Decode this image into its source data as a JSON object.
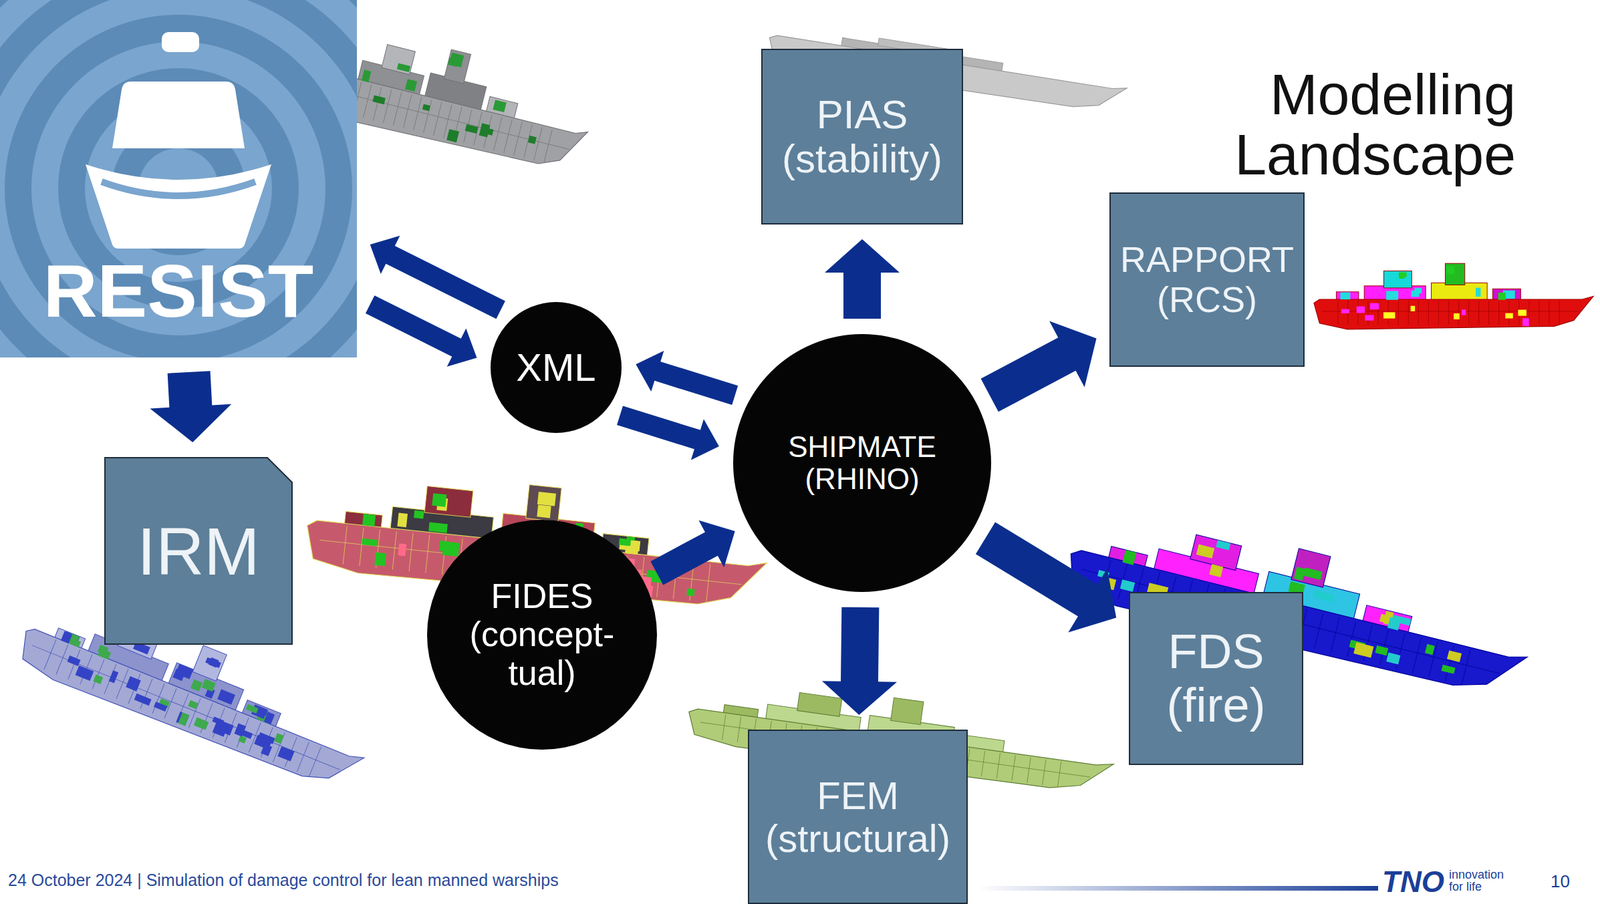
{
  "diagram": {
    "title": "Modelling Landscape",
    "nodes": [
      {
        "text": [
          "RESIST"
        ]
      },
      {
        "text": [
          "XML"
        ]
      },
      {
        "text": [
          "PIAS",
          "(stability)"
        ]
      },
      {
        "text": [
          "RAPPORT",
          "(RCS)"
        ]
      },
      {
        "text": [
          "SHIPMATE",
          "(RHINO)"
        ]
      },
      {
        "text": [
          "IRM"
        ]
      },
      {
        "text": [
          "FIDES",
          "(concept- tual)"
        ]
      },
      {
        "text": [
          "FDS",
          "(fire)"
        ]
      },
      {
        "text": [
          "FEM",
          "(structural)"
        ]
      }
    ],
    "edges": [
      {
        "from": 1,
        "to": 0,
        "arrow": "to"
      },
      {
        "from": 0,
        "to": 1,
        "arrow": "to"
      },
      {
        "from": 4,
        "to": 1,
        "arrow": "to"
      },
      {
        "from": 1,
        "to": 4,
        "arrow": "to"
      },
      {
        "from": 6,
        "to": 4,
        "arrow": "to"
      },
      {
        "from": 0,
        "to": 5,
        "arrow": "to"
      },
      {
        "from": 4,
        "to": 2,
        "arrow": "to"
      },
      {
        "from": 4,
        "to": 3,
        "arrow": "to"
      },
      {
        "from": 4,
        "to": 7,
        "arrow": "to"
      },
      {
        "from": 4,
        "to": 8,
        "arrow": "to"
      }
    ],
    "labels": [
      "24 October 2024 | Simulation of damage control for lean manned warships",
      "TNO",
      "innovation for life",
      "10"
    ]
  }
}
